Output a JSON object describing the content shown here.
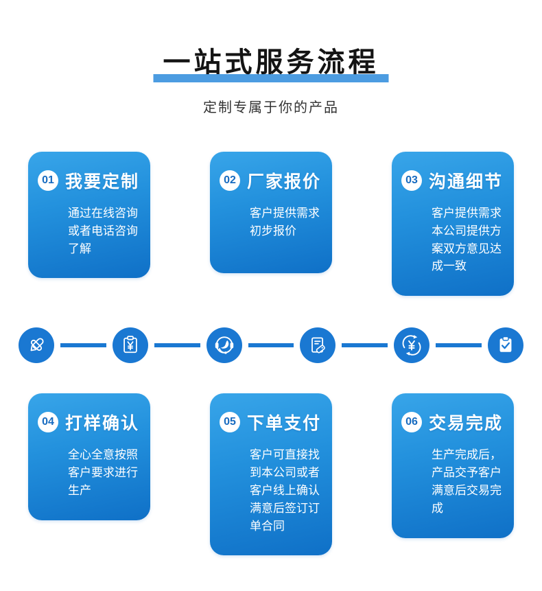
{
  "page": {
    "title": "一站式服务流程",
    "subtitle": "定制专属于你的产品"
  },
  "colors": {
    "accent_bar": "#4c9ce1",
    "card_gradient_top": "#38a5e9",
    "card_gradient_bottom": "#0f70c7",
    "icon_circle_blue": "#1a78d2",
    "badge_number_blue": "#176bc0",
    "title_text": "#141414",
    "subtitle_text": "#333333"
  },
  "steps": {
    "row1": [
      {
        "num": "01",
        "title": "我要定制",
        "desc": "通过在线咨询或者电话咨询了解"
      },
      {
        "num": "02",
        "title": "厂家报价",
        "desc": "客户提供需求初步报价"
      },
      {
        "num": "03",
        "title": "沟通细节",
        "desc": "客户提供需求本公司提供方案双方意见达成一致"
      }
    ],
    "row2": [
      {
        "num": "04",
        "title": "打样确认",
        "desc": "全心全意按照客户要求进行生产"
      },
      {
        "num": "05",
        "title": "下单支付",
        "desc": "客户可直接找到本公司或者客户线上确认满意后签订订单合同"
      },
      {
        "num": "06",
        "title": "交易完成",
        "desc": "生产完成后，产品交予客户满意后交易完成"
      }
    ]
  },
  "icons": [
    {
      "name": "design-pens-icon",
      "meaning": "customize / design"
    },
    {
      "name": "quote-clipboard-yen-icon",
      "meaning": "factory quotation"
    },
    {
      "name": "customer-service-headset-icon",
      "meaning": "communicate details"
    },
    {
      "name": "order-document-tag-icon",
      "meaning": "sample confirmation"
    },
    {
      "name": "payment-yen-cycle-icon",
      "meaning": "order payment"
    },
    {
      "name": "completed-clipboard-check-icon",
      "meaning": "deal complete"
    }
  ]
}
